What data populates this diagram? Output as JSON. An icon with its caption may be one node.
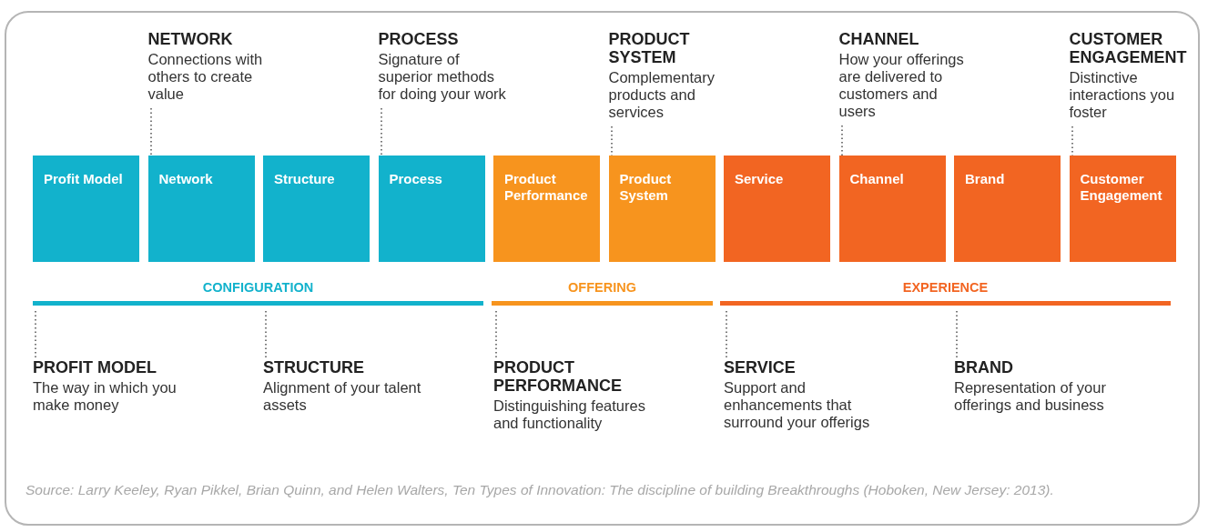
{
  "diagram": {
    "caption": "Source: Larry Keeley, Ryan Pikkel, Brian Quinn, and Helen Walters, Ten Types of Innovation: The discipline of building Breakthroughs (Hoboken, New Jersey: 2013).",
    "nodes": [
      {
        "text": [
          "NETWORK",
          "Connections with others to create value"
        ]
      },
      {
        "text": [
          "PROCESS",
          "Signature of superior methods for doing your work"
        ]
      },
      {
        "text": [
          "PRODUCT SYSTEM",
          "Complementary products and services"
        ]
      },
      {
        "text": [
          "CHANNEL",
          "How your offerings are delivered to customers and users"
        ]
      },
      {
        "text": [
          "CUSTOMER ENGAGEMENT",
          "Distinctive interactions you foster"
        ]
      },
      {
        "text": [
          "Profit Model"
        ]
      },
      {
        "text": [
          "Network"
        ]
      },
      {
        "text": [
          "Structure"
        ]
      },
      {
        "text": [
          "Process"
        ]
      },
      {
        "text": [
          "Product Performance"
        ]
      },
      {
        "text": [
          "Product System"
        ]
      },
      {
        "text": [
          "Service"
        ]
      },
      {
        "text": [
          "Channel"
        ]
      },
      {
        "text": [
          "Brand"
        ]
      },
      {
        "text": [
          "Customer Engagement"
        ]
      },
      {
        "text": [
          "CONFIGURATION"
        ]
      },
      {
        "text": [
          "OFFERING"
        ]
      },
      {
        "text": [
          "EXPERIENCE"
        ]
      },
      {
        "text": [
          "PROFIT MODEL",
          "The way in which you make money"
        ]
      },
      {
        "text": [
          "STRUCTURE",
          "Alignment of your talent assets"
        ]
      },
      {
        "text": [
          "PRODUCT PERFORMANCE",
          "Distinguishing features and functionality"
        ]
      },
      {
        "text": [
          "SERVICE",
          "Support and enhancements that surround your offerigs"
        ]
      },
      {
        "text": [
          "BRAND",
          "Representation of your offerings and business"
        ]
      }
    ],
    "edges": [
      {
        "from": 0,
        "to": 6,
        "arrow": "none",
        "style": "dashed"
      },
      {
        "from": 1,
        "to": 8,
        "arrow": "none",
        "style": "dashed"
      },
      {
        "from": 2,
        "to": 10,
        "arrow": "none",
        "style": "dashed"
      },
      {
        "from": 3,
        "to": 12,
        "arrow": "none",
        "style": "dashed"
      },
      {
        "from": 4,
        "to": 14,
        "arrow": "none",
        "style": "dashed"
      },
      {
        "from": 15,
        "to": 18,
        "arrow": "none",
        "style": "dashed"
      },
      {
        "from": 15,
        "to": 19,
        "arrow": "none",
        "style": "dashed"
      },
      {
        "from": 16,
        "to": 20,
        "arrow": "none",
        "style": "dashed"
      },
      {
        "from": 17,
        "to": 21,
        "arrow": "none",
        "style": "dashed"
      },
      {
        "from": 17,
        "to": 22,
        "arrow": "none",
        "style": "dashed"
      }
    ]
  }
}
